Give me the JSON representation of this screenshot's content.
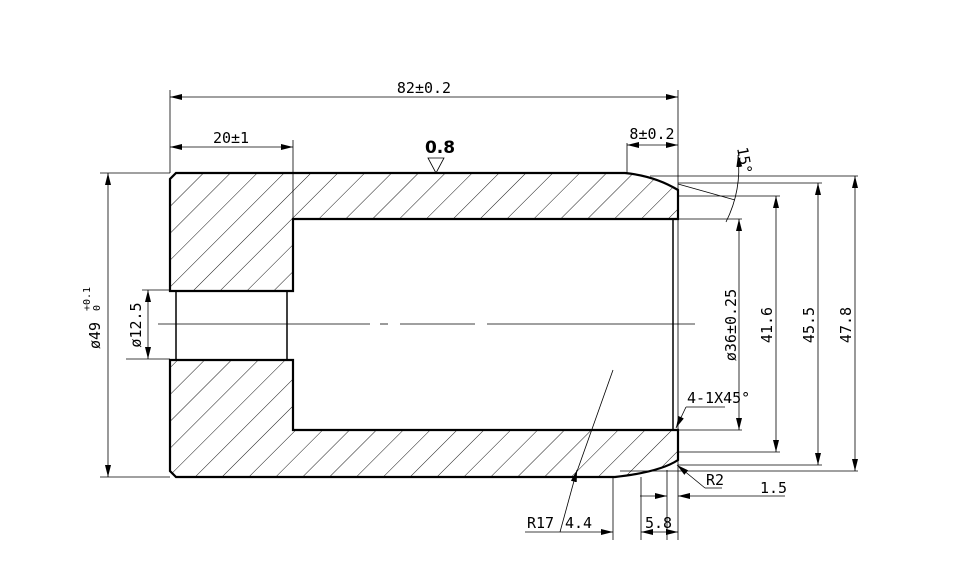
{
  "drawing": {
    "overall_length": "82±0.2",
    "counterbore_depth": "20±1",
    "roughness": "0.8",
    "end_length": "8±0.2",
    "taper_angle": "15°",
    "outer_diameter": "ø49",
    "outer_diameter_tol_upper": "+0.1",
    "outer_diameter_tol_lower": "0",
    "hole_diameter": "ø12.5",
    "bore_diameter": "ø36±0.25",
    "dia_41": "41.6",
    "dia_45": "45.5",
    "dia_47": "47.8",
    "chamfer": "4-1X45°",
    "radius_r2": "R2",
    "dim_1_5": "1.5",
    "radius_r17": "R17",
    "dim_4_4": "4.4",
    "dim_5_8": "5.8"
  }
}
